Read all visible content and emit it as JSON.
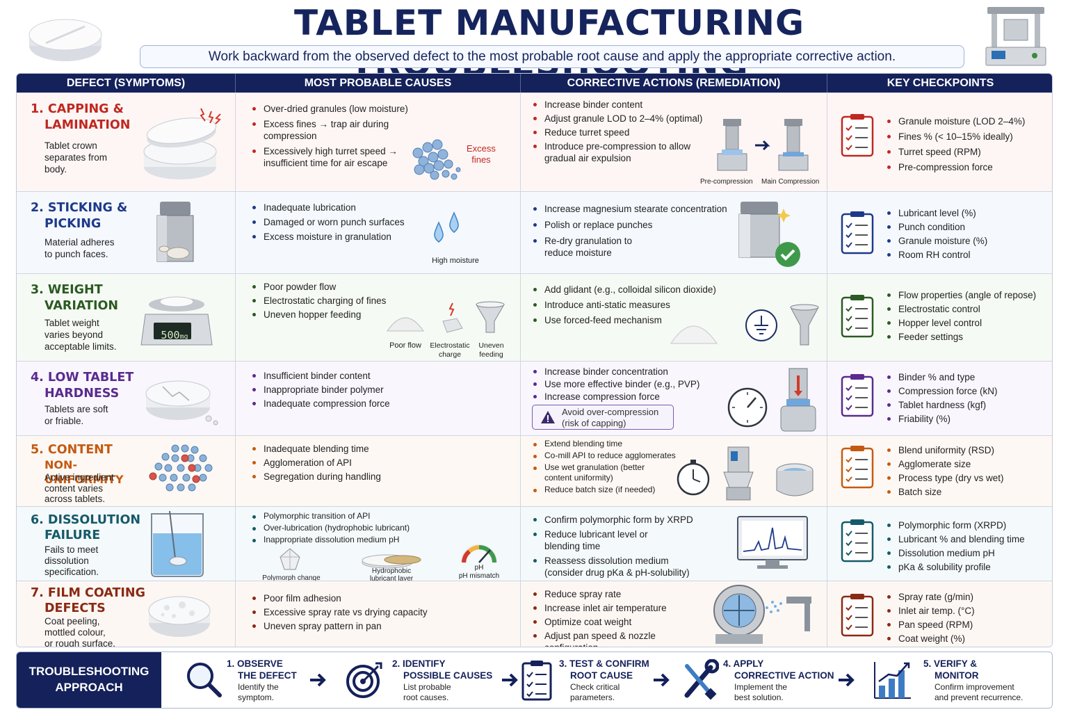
{
  "header": {
    "title": "TABLET MANUFACTURING TROUBLESHOOTING",
    "subtitle": "Work backward from the observed defect to the most probable root cause and apply the appropriate corrective action."
  },
  "columns": [
    "DEFECT (SYMPTOMS)",
    "MOST PROBABLE CAUSES",
    "CORRECTIVE ACTIONS (REMEDIATION)",
    "KEY CHECKPOINTS"
  ],
  "rows": [
    {
      "color": "#c0281f",
      "bg": "#fdf6f5",
      "name_lines": [
        "1. CAPPING &",
        "LAMINATION"
      ],
      "desc": [
        "Tablet crown",
        "separates from",
        "body."
      ],
      "causes": [
        "Over-dried granules (low moisture)",
        "Excess fines → trap air during compression",
        "Excessively high turret speed → insufficient time for air escape"
      ],
      "cause_labels": [
        "Excess",
        "fines"
      ],
      "actions": [
        "Increase binder content",
        "Adjust granule LOD to 2–4% (optimal)",
        "Reduce turret speed",
        "Introduce pre-compression to allow gradual air expulsion"
      ],
      "action_labels": [
        "Pre-compression",
        "Main Compression"
      ],
      "checkpoints": [
        "Granule moisture (LOD 2–4%)",
        "Fines % (< 10–15% ideally)",
        "Turret speed (RPM)",
        "Pre-compression force"
      ]
    },
    {
      "color": "#1d3a8a",
      "bg": "#f5f8fd",
      "name_lines": [
        "2. STICKING &",
        "PICKING"
      ],
      "desc": [
        "Material adheres",
        "to punch faces."
      ],
      "causes": [
        "Inadequate lubrication",
        "Damaged or worn punch surfaces",
        "Excess moisture in granulation"
      ],
      "cause_labels": [
        "High moisture"
      ],
      "actions": [
        "Increase magnesium stearate concentration",
        "Polish or replace punches",
        "Re-dry granulation to reduce moisture"
      ],
      "action_labels": [],
      "checkpoints": [
        "Lubricant level (%)",
        "Punch condition",
        "Granule moisture (%)",
        "Room RH control"
      ]
    },
    {
      "color": "#2b5a22",
      "bg": "#f6faf4",
      "name_lines": [
        "3. WEIGHT",
        "VARIATION"
      ],
      "desc": [
        "Tablet weight",
        "varies beyond",
        "acceptable limits."
      ],
      "scale_readout": "500",
      "scale_unit": "mg",
      "causes": [
        "Poor powder flow",
        "Electrostatic charging of fines",
        "Uneven hopper feeding"
      ],
      "cause_labels": [
        "Poor flow",
        "Electrostatic charge",
        "Uneven feeding"
      ],
      "actions": [
        "Add glidant (e.g., colloidal silicon dioxide)",
        "Introduce anti-static measures",
        "Use forced-feed mechanism"
      ],
      "action_labels": [],
      "checkpoints": [
        "Flow properties (angle of repose)",
        "Electrostatic control",
        "Hopper level control",
        "Feeder settings"
      ]
    },
    {
      "color": "#5a2a8e",
      "bg": "#f9f6fd",
      "name_lines": [
        "4. LOW TABLET",
        "HARDNESS"
      ],
      "desc": [
        "Tablets are soft",
        "or friable."
      ],
      "causes": [
        "Insufficient binder content",
        "Inappropriate binder polymer",
        "Inadequate compression force"
      ],
      "cause_labels": [],
      "actions": [
        "Increase binder concentration",
        "Use more effective binder (e.g., PVP)",
        "Increase compression force"
      ],
      "warning": [
        "Avoid over-compression",
        "(risk of capping)"
      ],
      "action_labels": [],
      "checkpoints": [
        "Binder % and type",
        "Compression force (kN)",
        "Tablet hardness (kgf)",
        "Friability (%)"
      ]
    },
    {
      "color": "#c45a12",
      "bg": "#fdf8f3",
      "name_lines": [
        "5. CONTENT",
        "NON-UNIFORMITY"
      ],
      "desc": [
        "Active ingredient",
        "content varies",
        "across tablets."
      ],
      "causes": [
        "Inadequate blending time",
        "Agglomeration of API",
        "Segregation during handling"
      ],
      "cause_labels": [],
      "actions": [
        "Extend blending time",
        "Co-mill API to reduce agglomerates",
        "Use wet granulation (better content uniformity)",
        "Reduce batch size (if needed)"
      ],
      "action_labels": [],
      "checkpoints": [
        "Blend uniformity (RSD)",
        "Agglomerate size",
        "Process type (dry vs wet)",
        "Batch size"
      ]
    },
    {
      "color": "#155a6a",
      "bg": "#f4f9fb",
      "name_lines": [
        "6. DISSOLUTION",
        "FAILURE"
      ],
      "desc": [
        "Fails to meet",
        "dissolution",
        "specification."
      ],
      "causes": [
        "Polymorphic transition of API",
        "Over-lubrication (hydrophobic lubricant)",
        "Inappropriate dissolution medium pH"
      ],
      "cause_labels": [
        "Polymorph change",
        "Hydrophobic lubricant layer",
        "pH",
        "pH mismatch"
      ],
      "actions": [
        "Confirm polymorphic form by XRPD",
        "Reduce lubricant level or blending time",
        "Reassess dissolution medium (consider drug pKa & pH-solubility)"
      ],
      "action_labels": [],
      "checkpoints": [
        "Polymorphic form (XRPD)",
        "Lubricant % and blending time",
        "Dissolution medium pH",
        "pKa & solubility profile"
      ]
    },
    {
      "color": "#8a2a12",
      "bg": "#fdf7f4",
      "name_lines": [
        "7. FILM COATING",
        "DEFECTS"
      ],
      "desc": [
        "Coat peeling,",
        "mottled colour,",
        "or rough surface."
      ],
      "causes": [
        "Poor film adhesion",
        "Excessive spray rate vs drying capacity",
        "Uneven spray pattern in pan"
      ],
      "cause_labels": [],
      "actions": [
        "Reduce spray rate",
        "Increase inlet air temperature",
        "Optimize coat weight",
        "Adjust pan speed & nozzle configuration"
      ],
      "action_labels": [],
      "checkpoints": [
        "Spray rate (g/min)",
        "Inlet air temp. (°C)",
        "Pan speed (RPM)",
        "Coat weight (%)"
      ]
    }
  ],
  "approach": {
    "label_lines": [
      "TROUBLESHOOTING",
      "APPROACH"
    ],
    "steps": [
      {
        "title": [
          "1. OBSERVE",
          "THE DEFECT"
        ],
        "desc": [
          "Identify the",
          "symptom."
        ]
      },
      {
        "title": [
          "2. IDENTIFY",
          "POSSIBLE CAUSES"
        ],
        "desc": [
          "List probable",
          "root causes."
        ]
      },
      {
        "title": [
          "3. TEST & CONFIRM",
          "ROOT CAUSE"
        ],
        "desc": [
          "Check critical",
          "parameters."
        ]
      },
      {
        "title": [
          "4. APPLY",
          "CORRECTIVE ACTION"
        ],
        "desc": [
          "Implement the",
          "best solution."
        ]
      },
      {
        "title": [
          "5. VERIFY &",
          "MONITOR"
        ],
        "desc": [
          "Confirm improvement",
          "and prevent recurrence."
        ]
      }
    ]
  }
}
